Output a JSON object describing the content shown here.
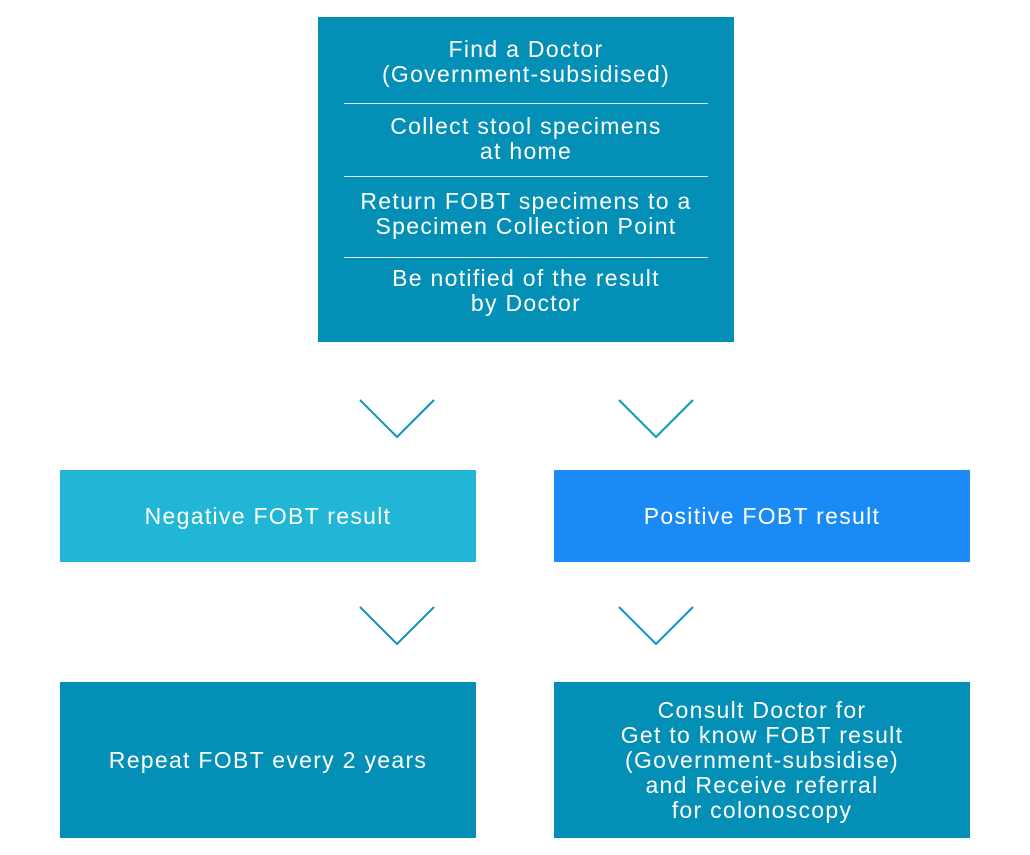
{
  "steps_box": {
    "steps": [
      {
        "lines": [
          "Find a Doctor",
          "(Government-subsidised)"
        ]
      },
      {
        "lines": [
          "Collect stool specimens",
          "at home"
        ]
      },
      {
        "lines": [
          "Return FOBT specimens to a",
          "Specimen Collection Point"
        ]
      },
      {
        "lines": [
          "Be notified of the result",
          "by Doctor"
        ]
      }
    ]
  },
  "negative_result": {
    "label": "Negative FOBT result",
    "color": "#21b5d6"
  },
  "positive_result": {
    "label": "Positive FOBT result",
    "color": "#1a8af5"
  },
  "negative_outcome": {
    "lines": [
      "Repeat FOBT every 2 years"
    ]
  },
  "positive_outcome": {
    "lines": [
      "Consult Doctor for",
      "Get to know FOBT result",
      "(Government-subsidise)",
      "and Receive referral",
      "for colonoscopy"
    ]
  },
  "colors": {
    "primary_box": "#048fb7",
    "arrow": "#0a93bf"
  },
  "arrows": [
    {
      "icon": "chevron-down-icon"
    },
    {
      "icon": "chevron-down-icon"
    },
    {
      "icon": "chevron-down-icon"
    },
    {
      "icon": "chevron-down-icon"
    }
  ]
}
